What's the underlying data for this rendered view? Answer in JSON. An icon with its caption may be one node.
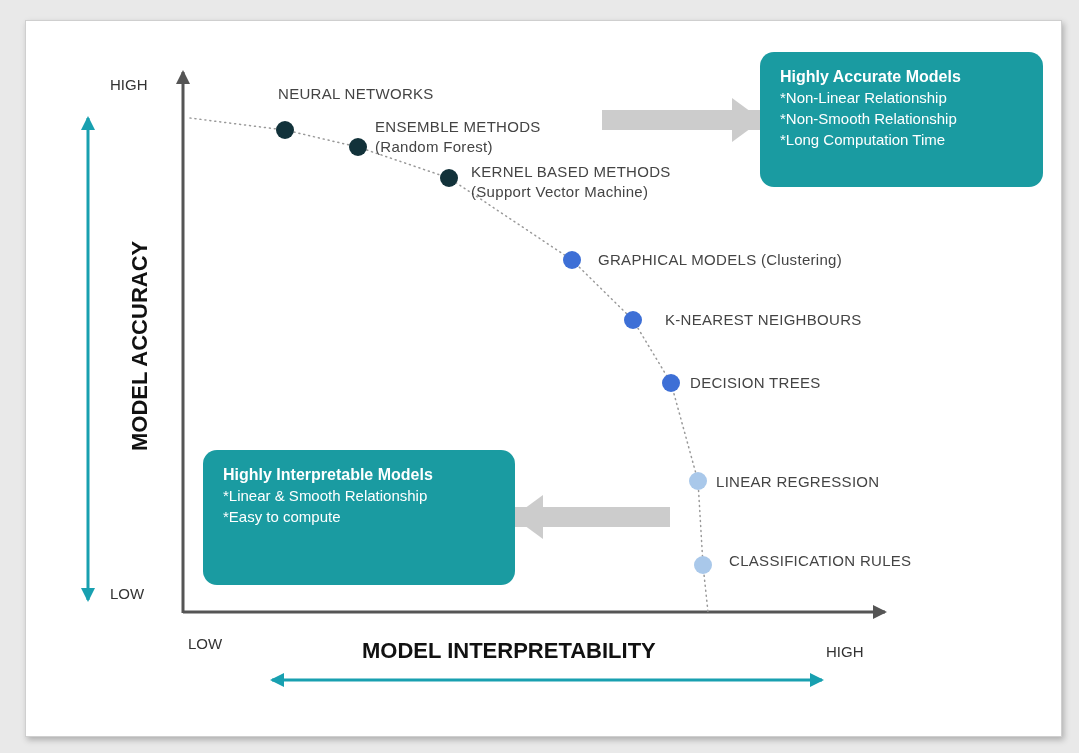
{
  "diagram": {
    "nodes": [
      {
        "text": [
          "Highly Accurate Models",
          "*Non-Linear Relationship",
          "*Non-Smooth Relationship",
          "*Long Computation Time"
        ]
      },
      {
        "text": [],
        "shape": "circle",
        "beside": [
          "NEURAL NETWORKS"
        ]
      },
      {
        "text": [],
        "shape": "circle",
        "beside": [
          "ENSEMBLE METHODS (Random Forest)"
        ]
      },
      {
        "text": [],
        "shape": "circle",
        "beside": [
          "KERNEL BASED METHODS (Support Vector Machine)"
        ]
      },
      {
        "text": [],
        "shape": "circle",
        "beside": [
          "GRAPHICAL MODELS (Clustering)"
        ]
      },
      {
        "text": [],
        "shape": "circle",
        "beside": [
          "K-NEAREST NEIGHBOURS"
        ]
      },
      {
        "text": [],
        "shape": "circle",
        "beside": [
          "DECISION TREES"
        ]
      },
      {
        "text": [
          "Highly Interpretable Models",
          "*Linear & Smooth Relationship",
          "*Easy to compute"
        ]
      },
      {
        "text": [],
        "shape": "circle",
        "beside": [
          "LINEAR REGRESSION"
        ]
      },
      {
        "text": [],
        "shape": "circle",
        "beside": [
          "CLASSIFICATION RULES"
        ]
      }
    ],
    "edges": [
      {
        "from": null,
        "to": 0,
        "arrow": "to"
      },
      {
        "from": null,
        "to": 7,
        "arrow": "to"
      }
    ],
    "labels": [
      "HIGH",
      "MODEL ACCURACY",
      "LOW",
      "LOW",
      "MODEL INTERPRETABILITY",
      "HIGH"
    ]
  }
}
